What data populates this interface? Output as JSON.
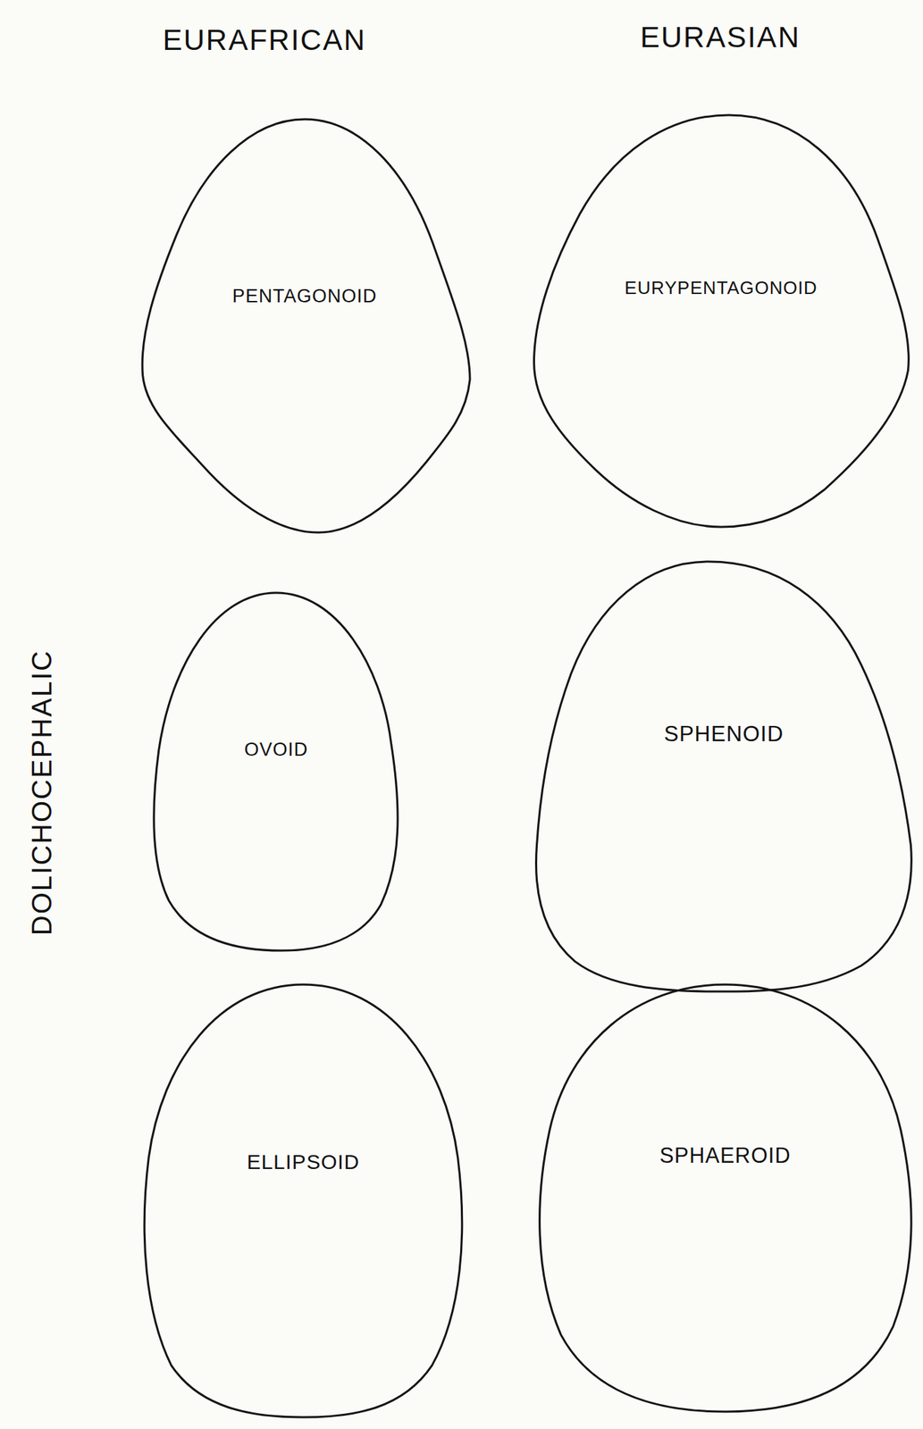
{
  "diagram": {
    "nodes": [
      {
        "text": [
          "PENTAGONOID"
        ]
      },
      {
        "text": [
          "EURYPENTAGONOID"
        ]
      },
      {
        "text": [
          "OVOID"
        ]
      },
      {
        "text": [
          "SPHENOID"
        ]
      },
      {
        "text": [
          "ELLIPSOID"
        ]
      },
      {
        "text": [
          "SPHAEROID"
        ]
      }
    ],
    "labels": [
      "EURAFRICAN",
      "EURASIAN",
      "DOLICHOCEPHALIC"
    ]
  }
}
